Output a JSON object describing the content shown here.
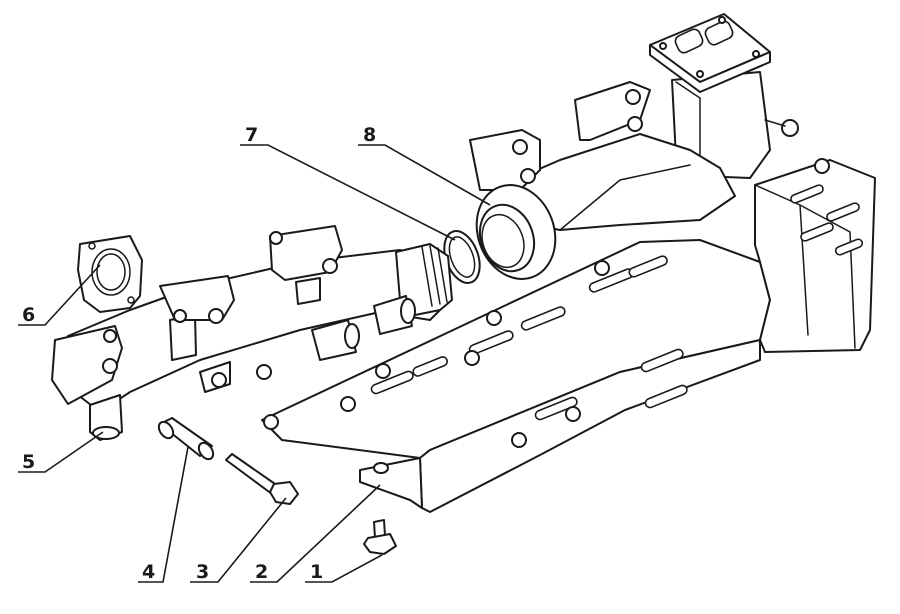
{
  "part_labels": {
    "p1": "1",
    "p2": "2",
    "p3": "3",
    "p4": "4",
    "p5": "5",
    "p6": "6",
    "p7": "7",
    "p8": "8"
  },
  "colors": {
    "line": "#1a1a1a",
    "background": "#ffffff"
  }
}
